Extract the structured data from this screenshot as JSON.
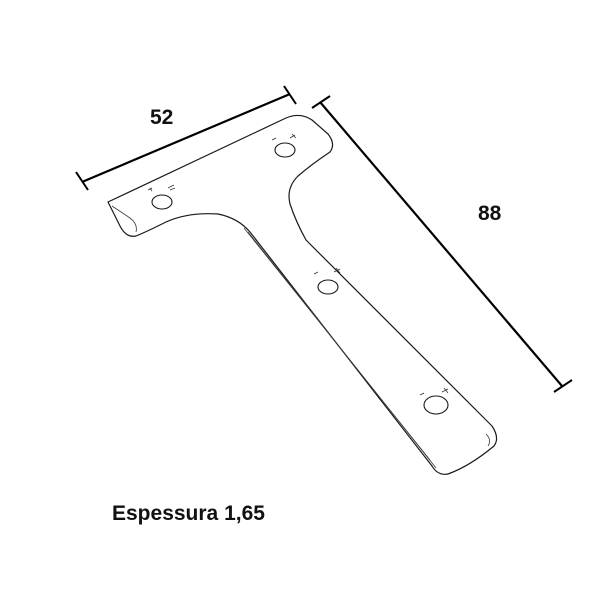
{
  "dimensions": {
    "width_label": "52",
    "length_label": "88"
  },
  "note": {
    "thickness_text": "Espessura 1,65"
  },
  "colors": {
    "line": "#000000",
    "background": "#ffffff"
  }
}
